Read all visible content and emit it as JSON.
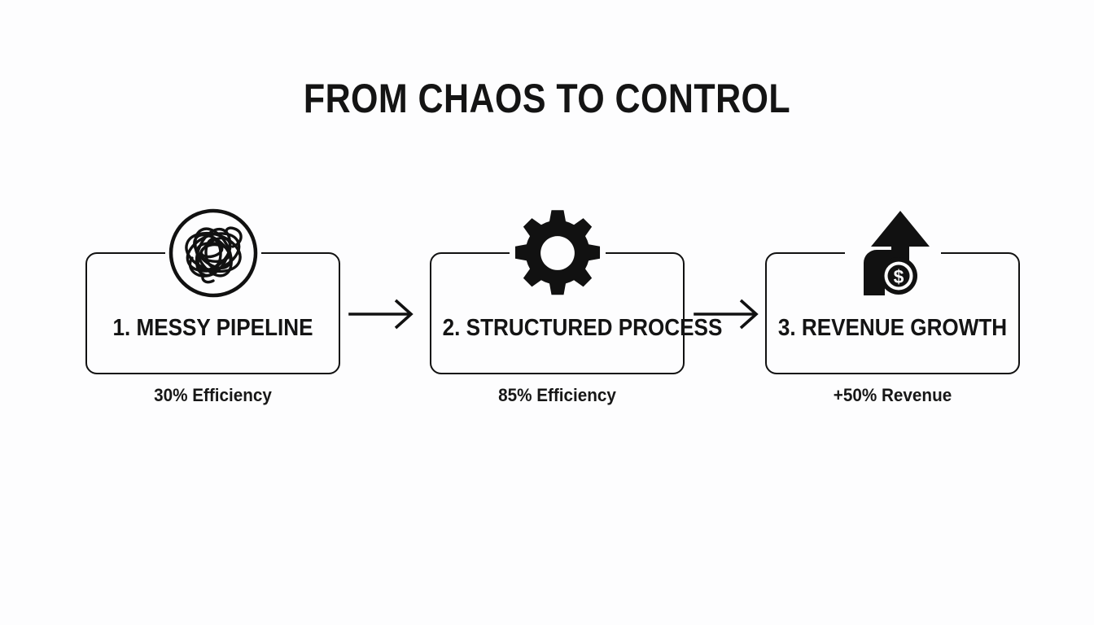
{
  "slide": {
    "title": "FROM CHAOS TO CONTROL",
    "background_color": "#fdfdfe",
    "ink_color": "#141414"
  },
  "steps": [
    {
      "icon": "tangled-scribble-icon",
      "label": "1. MESSY PIPELINE",
      "caption": "30% Efficiency"
    },
    {
      "icon": "gear-icon",
      "label": "2. STRUCTURED PROCESS",
      "caption": "85% Efficiency"
    },
    {
      "icon": "revenue-growth-arrow-icon",
      "label": "3. REVENUE GROWTH",
      "caption": "+50% Revenue"
    }
  ],
  "connectors": [
    {
      "name": "arrow-step1-to-step2",
      "glyph": "arrow-right-icon"
    },
    {
      "name": "arrow-step2-to-step3",
      "glyph": "arrow-right-icon"
    }
  ],
  "chart_data": {
    "type": "table",
    "title": "FROM CHAOS TO CONTROL",
    "categories": [
      "1. MESSY PIPELINE",
      "2. STRUCTURED PROCESS",
      "3. REVENUE GROWTH"
    ],
    "values": [
      30,
      85,
      50
    ],
    "value_labels": [
      "30% Efficiency",
      "85% Efficiency",
      "+50% Revenue"
    ],
    "ylabel": "",
    "xlabel": ""
  }
}
